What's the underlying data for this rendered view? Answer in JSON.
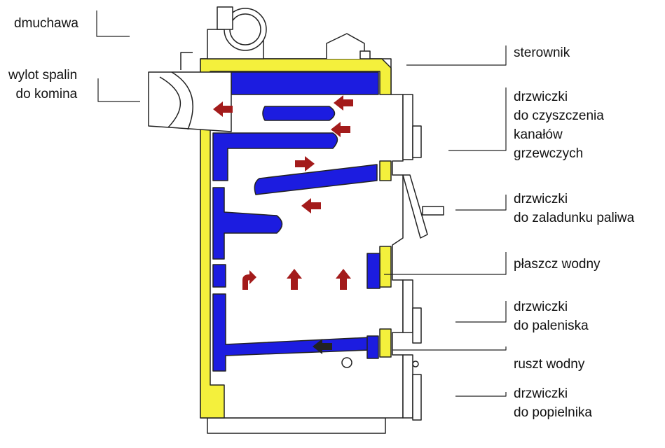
{
  "colors": {
    "water_jacket": "#1c1ce0",
    "insulation": "#f4f03c",
    "flow_arrow": "#a31b1b",
    "outline": "#222222",
    "background": "#ffffff"
  },
  "labels": {
    "blower": [
      "dmuchawa"
    ],
    "flue_outlet": [
      "wylot spalin",
      "do komina"
    ],
    "controller": [
      "sterownik"
    ],
    "cleaning_door": [
      "drzwiczki",
      "do czyszczenia",
      "kanałów",
      "grzewczych"
    ],
    "fuel_door": [
      "drzwiczki",
      "do zaladunku paliwa"
    ],
    "water_jacket": [
      "płaszcz wodny"
    ],
    "firebox_door": [
      "drzwiczki",
      "do paleniska"
    ],
    "water_grate": [
      "ruszt wodny"
    ],
    "ash_door": [
      "drzwiczki",
      "do popielnika"
    ]
  },
  "flow_arrows": [
    {
      "direction": "left"
    },
    {
      "direction": "left"
    },
    {
      "direction": "left"
    },
    {
      "direction": "right"
    },
    {
      "direction": "left"
    },
    {
      "direction": "up-turn-right"
    },
    {
      "direction": "up"
    },
    {
      "direction": "up"
    },
    {
      "direction": "left"
    }
  ]
}
